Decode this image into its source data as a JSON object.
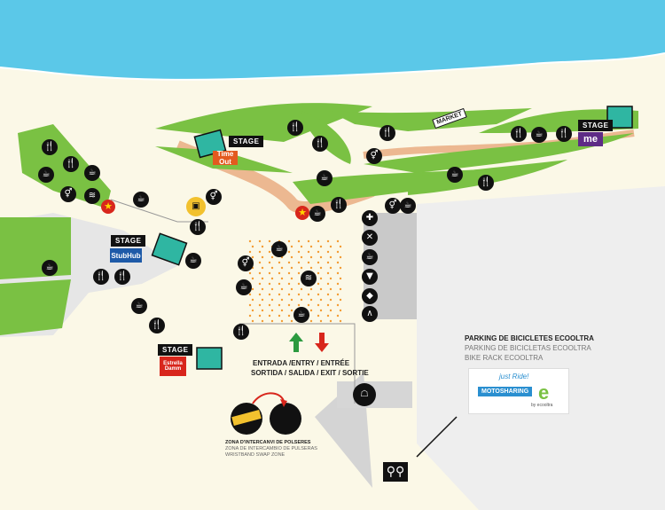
{
  "colors": {
    "sea": "#5bc8e8",
    "sand": "#fbf8e7",
    "green": "#7ac143",
    "path": "#e8a87c",
    "gray": "#c9c9c9",
    "stage": "#2fb6a2",
    "red": "#d8261c",
    "dark": "#111111"
  },
  "stages": [
    {
      "label": "STAGE",
      "logo": "Time Out"
    },
    {
      "label": "STAGE",
      "logo": "StubHub"
    },
    {
      "label": "STAGE",
      "logo": "Estrella Damm"
    },
    {
      "label": "STAGE",
      "logo": "me"
    }
  ],
  "market_label": "MARKET",
  "entry": {
    "line1": "ENTRADA /ENTRY / ENTRÉE",
    "line2": "SORTIDA / SALIDA / EXIT / SORTIE"
  },
  "wristband": {
    "line1": "ZONA D'INTERCANVI DE POLSERES",
    "line2": "ZONA DE INTERCAMBIO DE PULSERAS",
    "line3": "WRISTBAND SWAP ZONE"
  },
  "bike_parking": {
    "line1": "PARKING DE BICICLETES ECOOLTRA",
    "line2": "PARKING DE BICICLETAS ECOOLTRA",
    "line3": "BIKE RACK ECOOLTRA"
  },
  "moto": {
    "tagline": "just Ride!",
    "brand": "MOTOSHARING",
    "by": "by ecooltra"
  },
  "icons": {
    "food": "food-icon",
    "drink": "drink-icon",
    "toilet": "toilet-icon",
    "wifi": "wifi-icon",
    "info": "info-icon",
    "first_aid": "first-aid-icon",
    "bike": "bike-icon"
  }
}
